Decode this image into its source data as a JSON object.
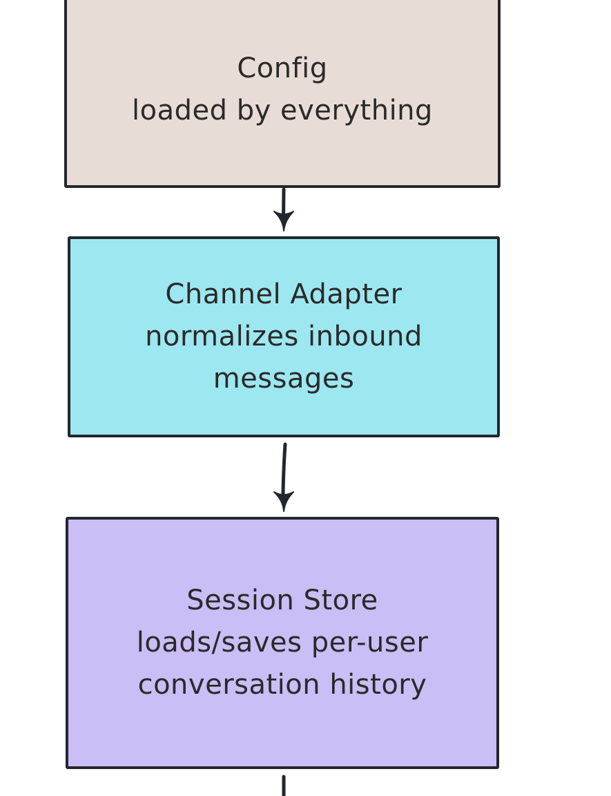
{
  "diagram": {
    "type": "flowchart",
    "direction": "top-down",
    "style": "hand-drawn",
    "colors": {
      "background": "#ffffff",
      "stroke": "#23262d",
      "text": "#2a2a2a"
    },
    "nodes": [
      {
        "id": "config",
        "label": "Config\nloaded by everything",
        "fill": "#e8dcd6",
        "cropped": "top edge cut off by viewport"
      },
      {
        "id": "channel-adapter",
        "label": "Channel Adapter\nnormalizes inbound\nmessages",
        "fill": "#9de7f0"
      },
      {
        "id": "session-store",
        "label": "Session Store\nloads/saves per-user\nconversation history",
        "fill": "#cbbdf5"
      }
    ],
    "edges": [
      {
        "from": "config",
        "to": "channel-adapter",
        "arrowhead": "triangle-down"
      },
      {
        "from": "channel-adapter",
        "to": "session-store",
        "arrowhead": "triangle-down"
      },
      {
        "from": "session-store",
        "to": "offscreen-below",
        "arrowhead": "none-visible",
        "cropped": "bottom edge cut off by viewport"
      }
    ]
  }
}
